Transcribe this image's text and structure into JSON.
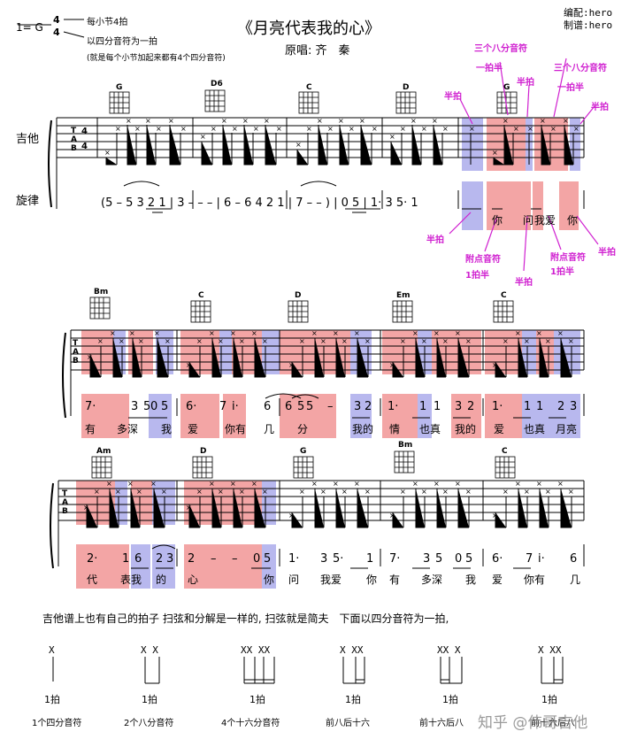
{
  "header": {
    "key": "1= G",
    "time_top": "4",
    "time_bottom": "4",
    "note1": "每小节4拍",
    "note2": "以四分音符为一拍",
    "note3": "(就是每个小节加起来都有4个四分音符)",
    "title": "《月亮代表我的心》",
    "singer": "原唱: 齐　秦",
    "arranger": "编配:hero",
    "scorer": "制谱:hero"
  },
  "track_labels": {
    "guitar": "吉他",
    "melody": "旋律"
  },
  "chords": {
    "row1": [
      "G",
      "D6",
      "C",
      "D",
      "G"
    ],
    "row2": [
      "Bm",
      "C",
      "D",
      "Em",
      "C"
    ],
    "row3": [
      "Am",
      "D",
      "G",
      "Bm",
      "C"
    ]
  },
  "melody": {
    "row1": "(5 – 5 3 2 1 | 3 – – – | 6 – 6 4 2 1 | 7 – – ) | 0 5 | 1· 3 5· 1",
    "row2_notes": [
      "7·",
      "3",
      "5",
      "0",
      "5",
      "6·",
      "7",
      "i·",
      "6",
      "6",
      "5",
      "5",
      "–",
      "3",
      "2",
      "1·",
      "1",
      "1",
      "3",
      "2",
      "1·",
      "1",
      "1",
      "2",
      "3"
    ],
    "row3_notes": [
      "2·",
      "1",
      "6",
      "2",
      "3",
      "2",
      "–",
      "–",
      "0",
      "5",
      "1·",
      "3",
      "5·",
      "1",
      "7·",
      "3",
      "5",
      "0",
      "5",
      "6·",
      "7",
      "i·",
      "6"
    ]
  },
  "lyrics": {
    "row1": [
      "你",
      "问",
      "我爱",
      "你"
    ],
    "row2": [
      "有",
      "多深",
      "我",
      "爱",
      "你有",
      "几",
      "分",
      "我的",
      "情",
      "也真",
      "我的",
      "爱",
      "也真",
      "月亮"
    ],
    "row3": [
      "代",
      "表我",
      "的",
      "心",
      "你",
      "问",
      "我爱",
      "你",
      "有",
      "多深",
      "我",
      "爱",
      "你有",
      "几"
    ]
  },
  "annotations": {
    "a1": "半拍",
    "a2": "三个八分音符",
    "a3": "一拍半",
    "a4": "半拍",
    "a5": "三个八分音符",
    "a6": "一拍半",
    "a7": "半拍",
    "a8": "半拍",
    "a9": "附点音符",
    "a10": "1拍半",
    "a11": "半拍",
    "a12": "附点音符",
    "a13": "1拍半",
    "a14": "半拍"
  },
  "explanation": "吉他谱上也有自己的拍子 扫弦和分解是一样的, 扫弦就是简夫　下面以四分音符为一拍,",
  "rhythm_examples": [
    {
      "beat": "1拍",
      "name": "1个四分音符",
      "marks": "X"
    },
    {
      "beat": "1拍",
      "name": "2个八分音符",
      "marks": "X X"
    },
    {
      "beat": "1拍",
      "name": "4个十六分音符",
      "marks": "XX XX"
    },
    {
      "beat": "1拍",
      "name": "前八后十六",
      "marks": "X XX"
    },
    {
      "beat": "1拍",
      "name": "前十六后八",
      "marks": "XX X"
    },
    {
      "beat": "1拍",
      "name": "前十六后八",
      "marks": "X XX"
    }
  ],
  "watermark": "知乎 @伟哥吉他"
}
